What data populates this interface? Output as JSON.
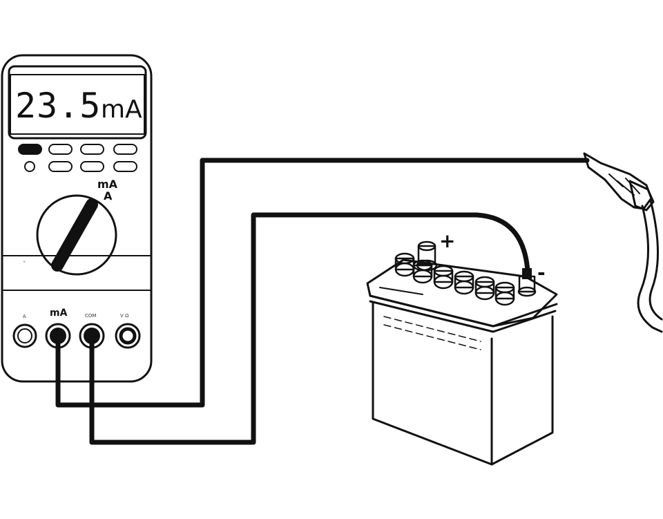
{
  "multimeter": {
    "display_value": "23.5",
    "display_unit": "mA",
    "dial_label_ma": "mA",
    "dial_label_a": "A",
    "jack_label_ma": "mA"
  },
  "battery": {
    "positive_symbol": "+",
    "negative_symbol": "-"
  },
  "colors": {
    "line": "#111111",
    "background": "#ffffff",
    "panel": "#ffffff"
  }
}
